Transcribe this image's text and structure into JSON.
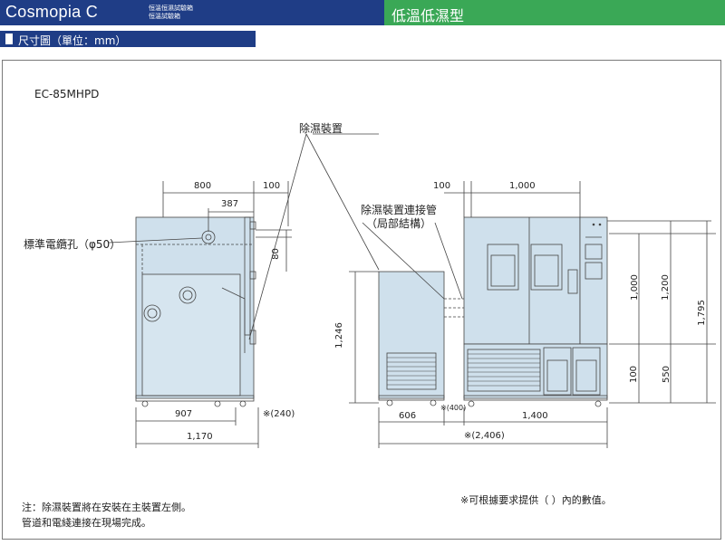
{
  "header": {
    "brand": "Cosmopia C",
    "subtitle_line1": "恒溫恒濕試驗箱",
    "subtitle_line2": "恒溫試驗箱",
    "category": "低溫低濕型"
  },
  "section": {
    "title": "尺寸圖（單位：mm）"
  },
  "model": "EC-85MHPD",
  "labels": {
    "dehumidifier": "除濕裝置",
    "connecting_pipe": "除濕裝置連接管",
    "partial_structure": "（局部結構）",
    "cable_hole": "標準電纜孔（φ50）"
  },
  "dimensions": {
    "d800": "800",
    "d100_top_left": "100",
    "d387": "387",
    "d80": "80",
    "d907": "907",
    "d240": "※(240)",
    "d1170": "1,170",
    "d100_top_mid": "100",
    "d1000_top": "1,000",
    "d1246": "1,246",
    "d606": "606",
    "d400": "※(400)",
    "d1400": "1,400",
    "d2406": "※(2,406)",
    "d1000_right": "1,000",
    "d1200": "1,200",
    "d1795": "1,795",
    "d100_right": "100",
    "d550": "550"
  },
  "notes": {
    "left_line1": "注：除濕裝置將在安裝在主裝置左側。",
    "left_line2": "管道和電綫連接在現場完成。",
    "right": "※可根據要求提供（ ）內的數值。"
  },
  "colors": {
    "header_blue": "#1f3d86",
    "category_green": "#3aa856",
    "unit_fill": "#cfe0ec",
    "line": "#444444"
  }
}
